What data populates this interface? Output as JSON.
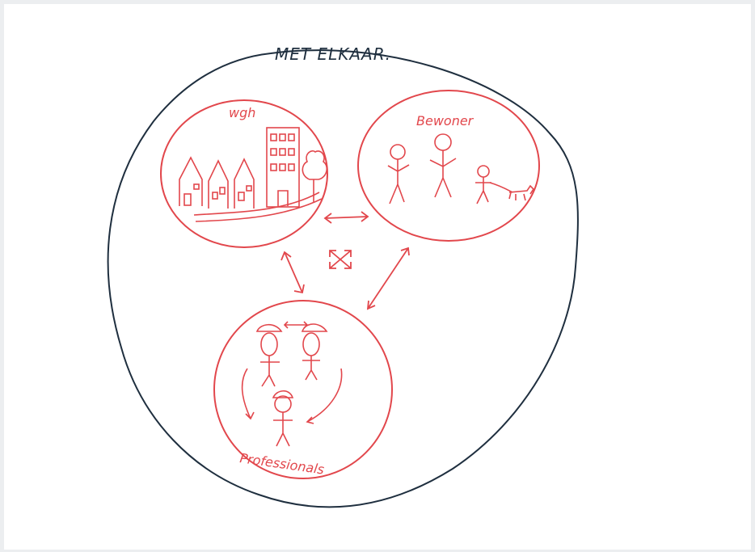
{
  "title": "MET ELKAAR.",
  "groups": {
    "wgh": {
      "label": "wgh"
    },
    "bewoner": {
      "label": "Bewoner"
    },
    "professionals": {
      "label": "Professionals"
    }
  },
  "colors": {
    "outer_line": "#1f2f3f",
    "red_ink": "#e2474c",
    "paper": "#ffffff",
    "background": "#eceef0"
  }
}
